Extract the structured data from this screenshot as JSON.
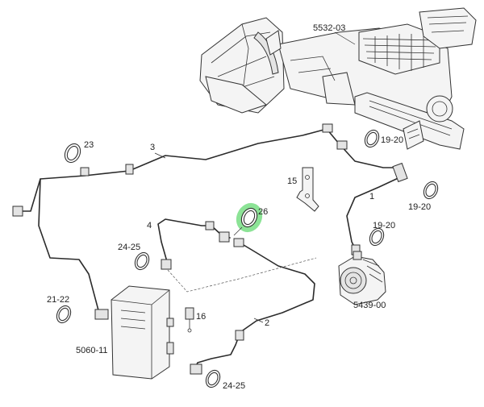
{
  "labels": {
    "l_5532_03": "5532-03",
    "l_23": "23",
    "l_3": "3",
    "l_19_20_a": "19-20",
    "l_19_20_b": "19-20",
    "l_19_20_c": "19-20",
    "l_1": "1",
    "l_15": "15",
    "l_26": "26",
    "l_4": "4",
    "l_24_25_a": "24-25",
    "l_24_25_b": "24-25",
    "l_21_22": "21-22",
    "l_16": "16",
    "l_5060_11": "5060-11",
    "l_2": "2",
    "l_5439_00": "5439-00"
  },
  "highlight_color": "#2ecc40"
}
